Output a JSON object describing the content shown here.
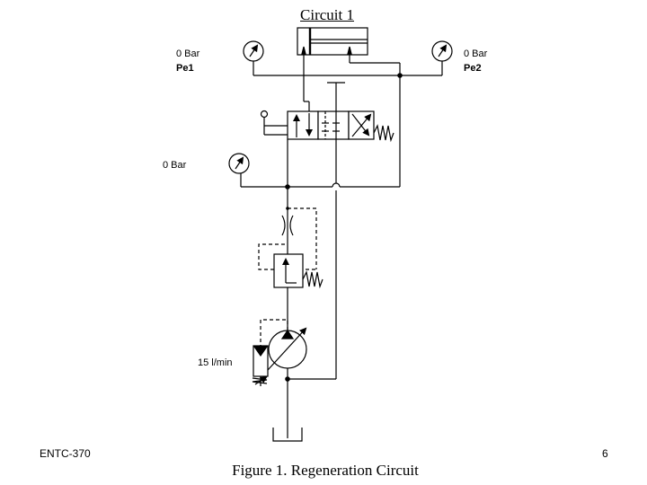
{
  "circuit_title": "Circuit 1",
  "gauges": {
    "pe1": {
      "reading": "0 Bar",
      "name": "Pe1"
    },
    "pe2": {
      "reading": "0 Bar",
      "name": "Pe2"
    },
    "pump_line": {
      "reading": "0 Bar"
    }
  },
  "pump_flow": "15 l/min",
  "footer": {
    "course": "ENTC-370",
    "page_number": "6"
  },
  "figure_caption": "Figure 1. Regeneration Circuit"
}
